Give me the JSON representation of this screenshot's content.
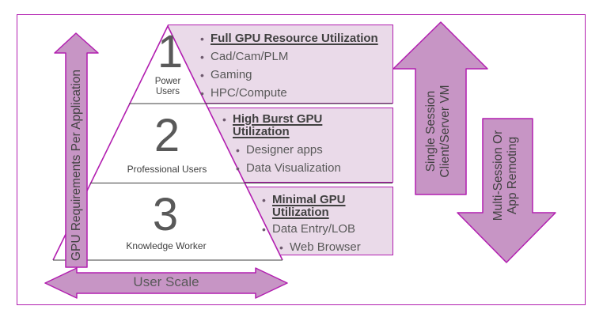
{
  "glyphs": {
    "bullet": "•"
  },
  "colors": {
    "magenta_outline": "#B21EB0",
    "arrow_fill": "#C795C5",
    "callout_fill": "#EADAE9",
    "heading_text": "#404040",
    "body_text": "#595959",
    "divider_line": "#3F3F3F"
  },
  "pyramid": {
    "tiers": [
      {
        "number": "1",
        "label": "Power Users"
      },
      {
        "number": "2",
        "label": "Professional Users"
      },
      {
        "number": "3",
        "label": "Knowledge Worker"
      }
    ]
  },
  "callouts": [
    {
      "heading": "Full GPU Resource Utilization",
      "items": [
        "Cad/Cam/PLM",
        "Gaming",
        "HPC/Compute"
      ]
    },
    {
      "heading": "High Burst GPU Utilization",
      "items": [
        "Designer apps",
        "Data Visualization"
      ]
    },
    {
      "heading": "Minimal GPU Utilization",
      "items": [
        "Data Entry/LOB",
        "Web Browser"
      ]
    }
  ],
  "arrows": {
    "left_axis": {
      "label": "GPU Requirements Per Application",
      "direction": "up"
    },
    "bottom_axis": {
      "label": "User Scale",
      "direction": "left-right"
    },
    "single_session": {
      "line1": "Single Session",
      "line2": "Client/Server VM",
      "direction": "up"
    },
    "multi_session": {
      "line1": "Multi-Session Or",
      "line2": "App Remoting",
      "direction": "down"
    }
  }
}
